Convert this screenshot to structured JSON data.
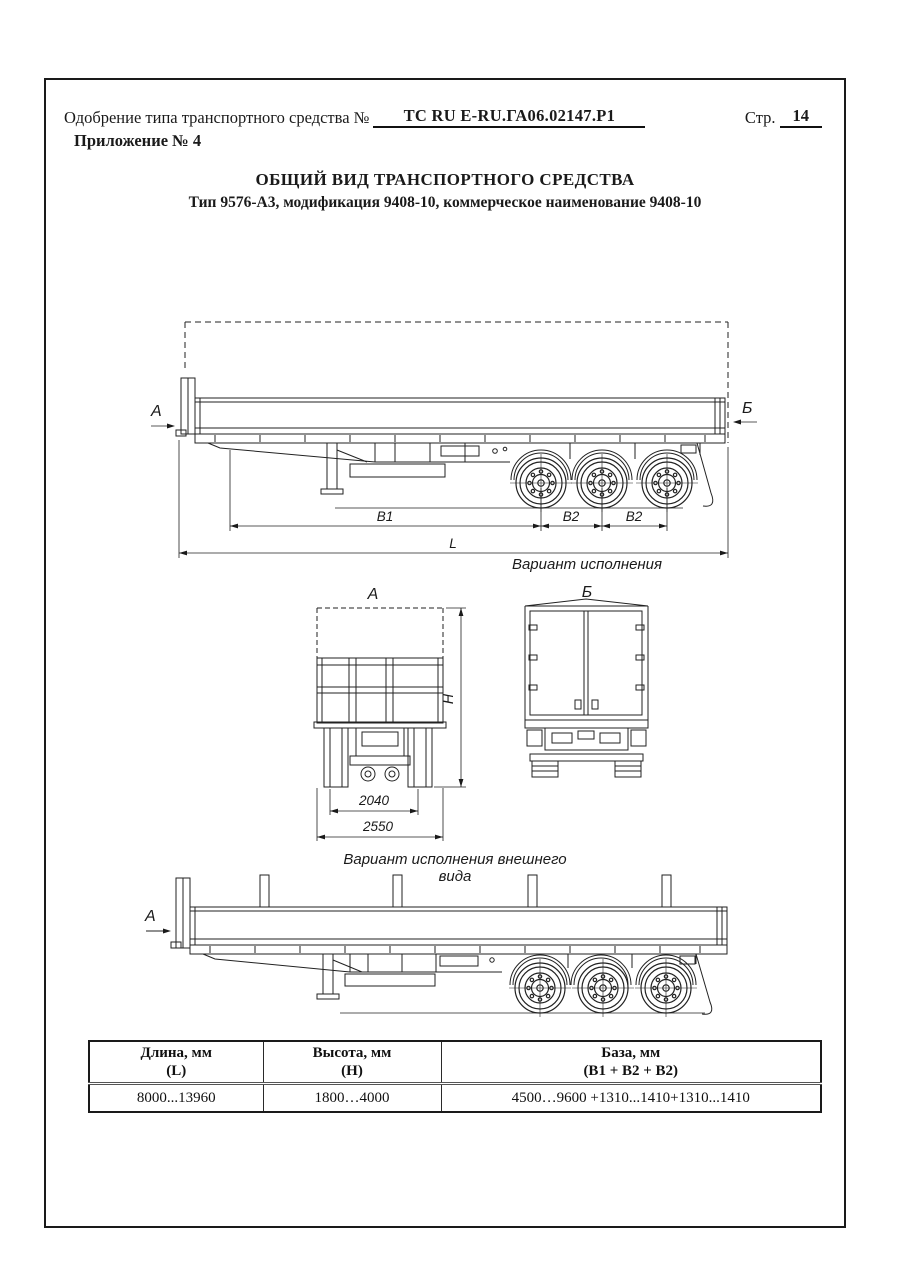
{
  "header": {
    "approval_label": "Одобрение типа транспортного средства №",
    "approval_number": "ТС RU E-RU.ГА06.02147.Р1",
    "page_label": "Стр.",
    "page_number": "14",
    "appendix": "Приложение № 4"
  },
  "title": "ОБЩИЙ ВИД ТРАНСПОРТНОГО СРЕДСТВА",
  "subtitle": "Тип 9576-А3, модификация 9408-10, коммерческое наименование 9408-10",
  "side_view": {
    "label_front": "А",
    "label_rear": "Б",
    "dim_b1": "B1",
    "dim_b2_first": "B2",
    "dim_b2_second": "B2",
    "dim_length": "L"
  },
  "variant_caption": "Вариант исполнения",
  "front_view": {
    "label": "А",
    "dim_inner_width": "2040",
    "dim_overall_width": "2550",
    "dim_height": "Н"
  },
  "rear_view": {
    "label": "Б"
  },
  "exterior_caption": "Вариант исполнения внешнего вида",
  "exterior_view": {
    "label": "А"
  },
  "table": {
    "columns": [
      {
        "header_line1": "Длина, мм",
        "header_line2": "(L)",
        "value": "8000...13960"
      },
      {
        "header_line1": "Высота, мм",
        "header_line2": "(Н)",
        "value": "1800…4000"
      },
      {
        "header_line1": "База, мм",
        "header_line2": "(В1 + В2 + В2)",
        "value": "4500…9600 +1310...1410+1310...1410"
      }
    ]
  }
}
